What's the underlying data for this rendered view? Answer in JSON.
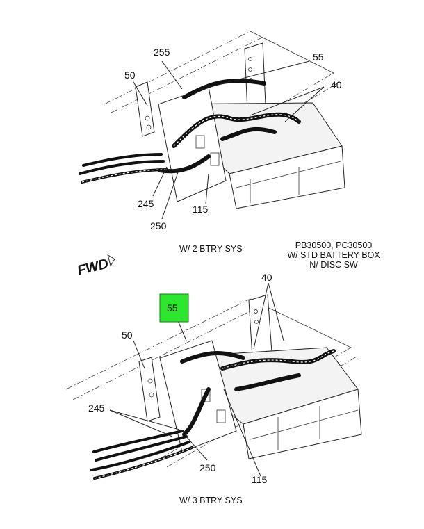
{
  "upper_view": {
    "caption": "W/ 2 BTRY SYS",
    "callouts": [
      "255",
      "55",
      "50",
      "40",
      "245",
      "250",
      "115"
    ]
  },
  "applicability": {
    "line1": "PB30500, PC30500",
    "line2": "W/ STD BATTERY BOX",
    "line3": "N/ DISC SW"
  },
  "fwd_label": "FWD",
  "lower_view": {
    "caption": "W/ 3 BTRY SYS",
    "highlighted_callout": "55",
    "highlight_color": "#2ee62e",
    "callouts": [
      "40",
      "50",
      "245",
      "250",
      "115"
    ]
  }
}
